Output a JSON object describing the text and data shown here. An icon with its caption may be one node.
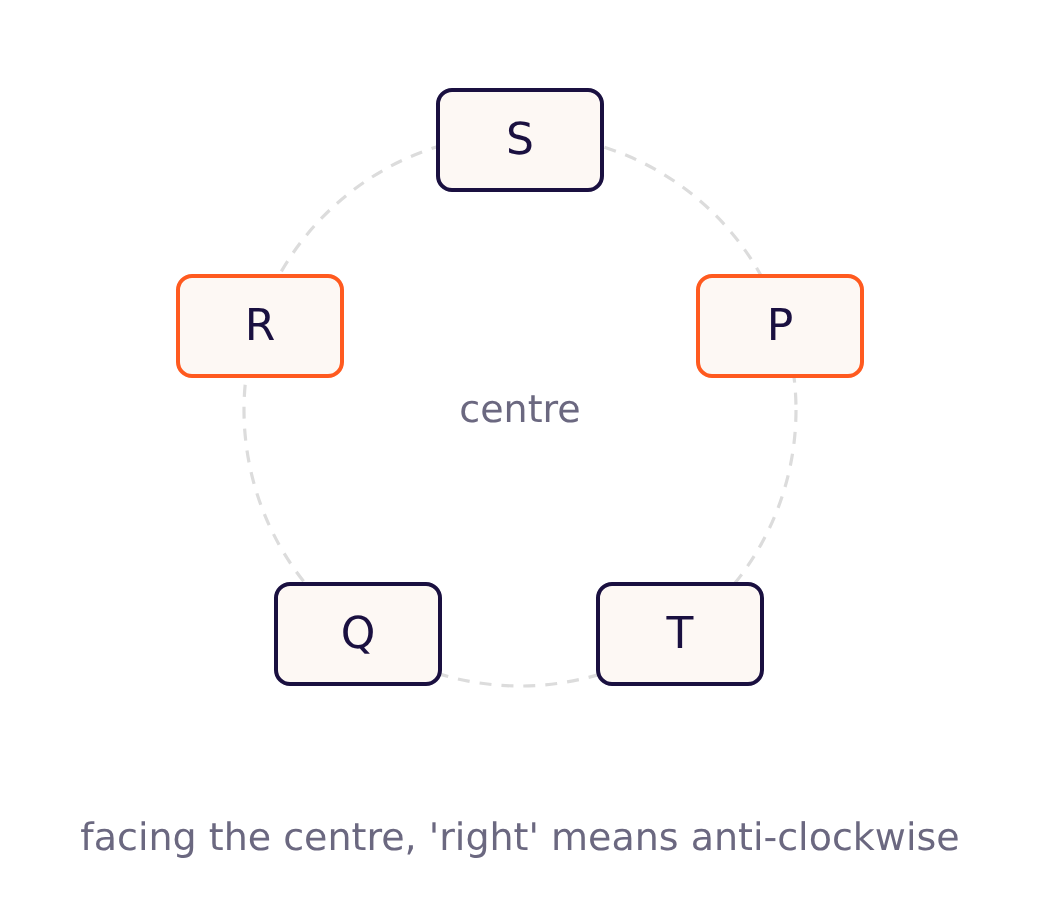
{
  "diagram": {
    "caption": "facing the centre, 'right' means anti-clockwise",
    "nodes": [
      {
        "text": [
          "S"
        ]
      },
      {
        "text": [
          "R"
        ]
      },
      {
        "text": [
          "P"
        ]
      },
      {
        "text": [
          "Q"
        ]
      },
      {
        "text": [
          "T"
        ]
      }
    ],
    "labels": [
      "centre"
    ]
  }
}
